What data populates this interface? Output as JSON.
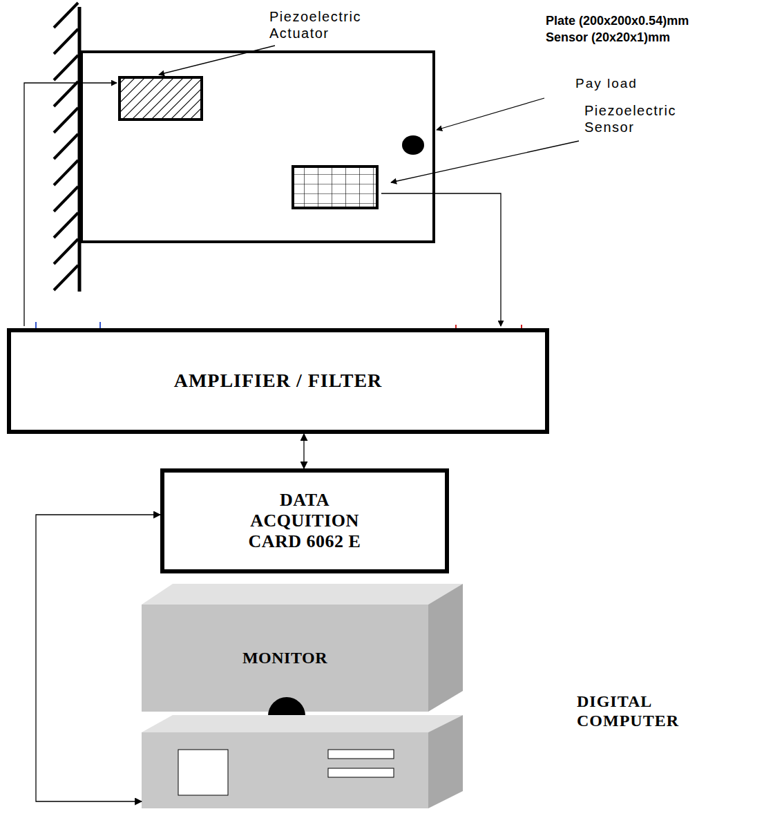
{
  "diagram": {
    "nodes": [
      {
        "text": [
          "AMPLIFIER / FILTER"
        ]
      },
      {
        "text": [
          "DATA ACQUITION CARD 6062 E"
        ]
      },
      {
        "text": [
          "MONITOR"
        ]
      },
      {
        "text": [
          "DIGITAL COMPUTER"
        ]
      }
    ],
    "edges": [
      {
        "from": 0,
        "to": 1,
        "arrow": "both"
      },
      {
        "from": 3,
        "to": 1,
        "arrow": "both"
      }
    ],
    "labels": [
      "Piezoelectric Actuator",
      "Plate (200x200x0.54)mm",
      "Sensor (20x20x1)mm",
      "Pay load",
      "Piezoelectric Sensor"
    ]
  }
}
